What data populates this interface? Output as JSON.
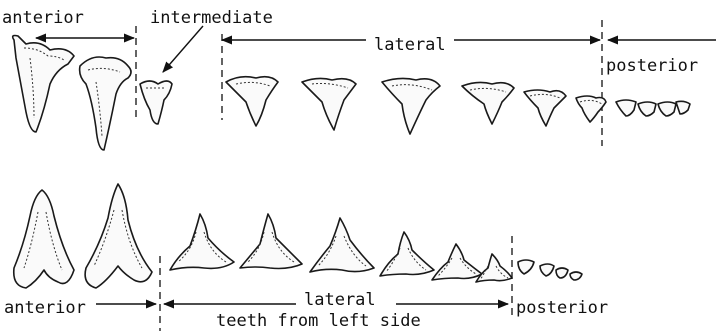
{
  "upper_row": {
    "anterior": "anterior",
    "intermediate": "intermediate",
    "lateral": "lateral",
    "posterior": "posterior"
  },
  "lower_row": {
    "anterior": "anterior",
    "lateral": "lateral",
    "posterior": "posterior",
    "caption": "teeth from left side"
  }
}
